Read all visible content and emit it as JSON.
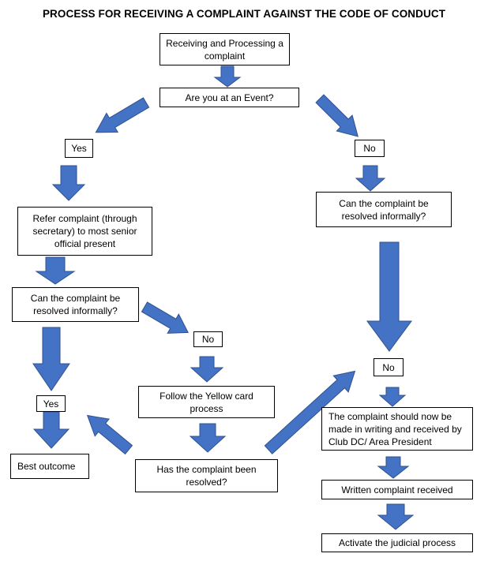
{
  "title": "PROCESS FOR RECEIVING A COMPLAINT AGAINST THE CODE OF CONDUCT",
  "nodes": {
    "receiving": "Receiving and Processing a complaint",
    "at_event": "Are you at an Event?",
    "yes_event": "Yes",
    "no_event": "No",
    "refer": "Refer complaint (through secretary) to most senior official present",
    "resolved_informally_left": "Can the complaint be resolved informally?",
    "no_informal": "No",
    "yellow_card": "Follow the Yellow card process",
    "yes_informal": "Yes",
    "best_outcome": "Best outcome",
    "has_been_resolved": "Has the complaint been resolved?",
    "resolved_informally_right": "Can the complaint be resolved informally?",
    "no_right": "No",
    "writing": "The complaint should now be made in writing and received by Club DC/ Area President",
    "written_received": "Written complaint received",
    "judicial": "Activate the judicial process"
  },
  "colors": {
    "arrow_fill": "#4472C4",
    "arrow_stroke": "#2F528F",
    "box_border": "#000000"
  }
}
